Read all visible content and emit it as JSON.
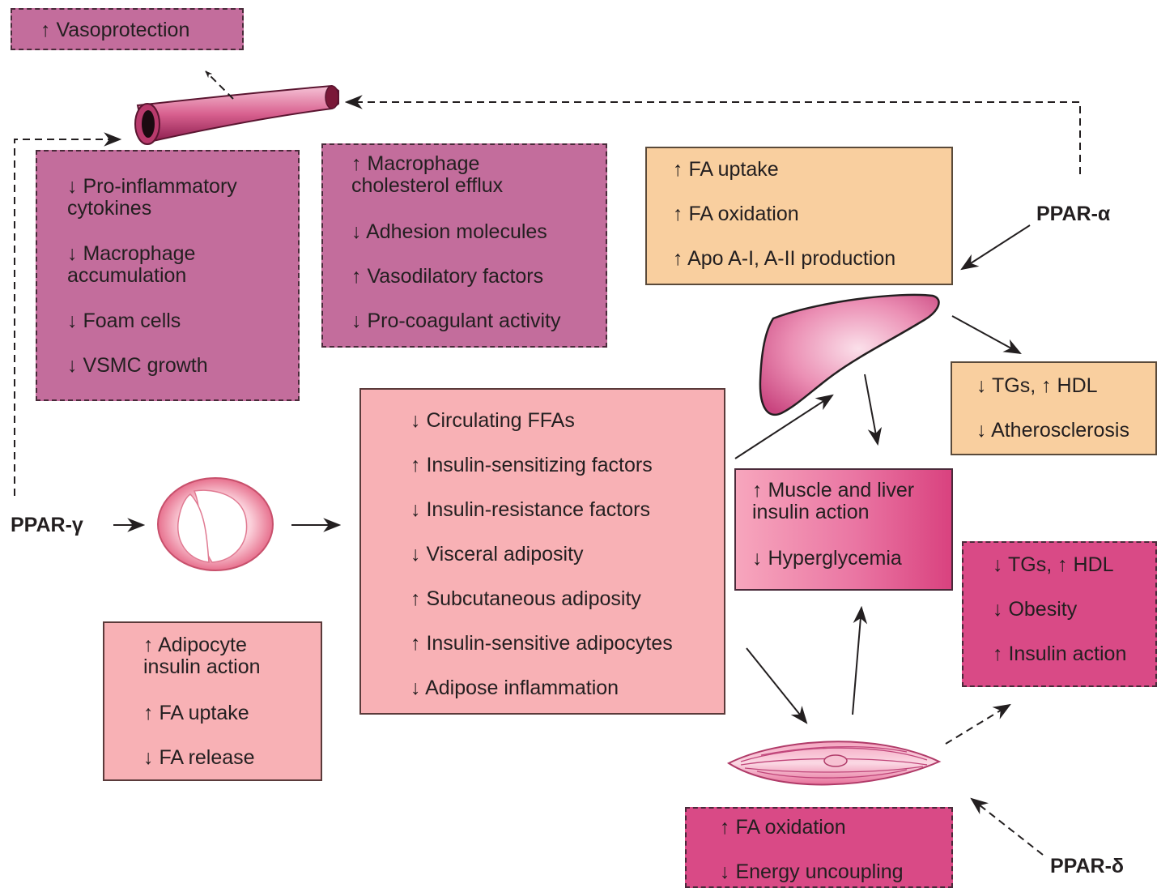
{
  "boxes": {
    "vasoprotection": [
      "↑ Vasoprotection"
    ],
    "vascular_left": [
      "↓ Pro-inflammatory\ncytokines",
      "↓ Macrophage\naccumulation",
      "↓ Foam cells",
      "↓ VSMC growth"
    ],
    "vascular_right": [
      "↑ Macrophage\ncholesterol efflux",
      "↓ Adhesion molecules",
      "↑ Vasodilatory factors",
      "↓ Pro-coagulant activity"
    ],
    "liver_top": [
      "↑ FA uptake",
      "↑ FA oxidation",
      "↑ Apo A-I, A-II production"
    ],
    "liver_right": [
      "↓ TGs, ↑ HDL",
      "↓ Atherosclerosis"
    ],
    "adipose_center": [
      "↓ Circulating FFAs",
      "↑ Insulin-sensitizing factors",
      "↓ Insulin-resistance factors",
      "↓ Visceral adiposity",
      "↑ Subcutaneous adiposity",
      "↑ Insulin-sensitive adipocytes",
      "↓ Adipose inflammation"
    ],
    "muscle_liver": [
      "↑ Muscle and liver\ninsulin action",
      "↓ Hyperglycemia"
    ],
    "delta_right": [
      "↓ TGs, ↑ HDL",
      "↓ Obesity",
      "↑ Insulin action"
    ],
    "adipocyte": [
      "↑ Adipocyte\ninsulin action",
      "↑ FA uptake",
      "↓ FA release"
    ],
    "muscle_bottom": [
      "↑ FA oxidation",
      "↓ Energy uncoupling"
    ]
  },
  "labels": {
    "ppar_alpha": "PPAR-α",
    "ppar_gamma": "PPAR-γ",
    "ppar_delta": "PPAR-δ"
  },
  "colors": {
    "mauve": "#c36d9c",
    "orange": "#f9cf9f",
    "pink": "#f8b1b5",
    "magenta": "#d94a86"
  },
  "icons": [
    "blood-vessel-icon",
    "liver-icon",
    "adipocyte-icon",
    "muscle-fiber-icon"
  ]
}
